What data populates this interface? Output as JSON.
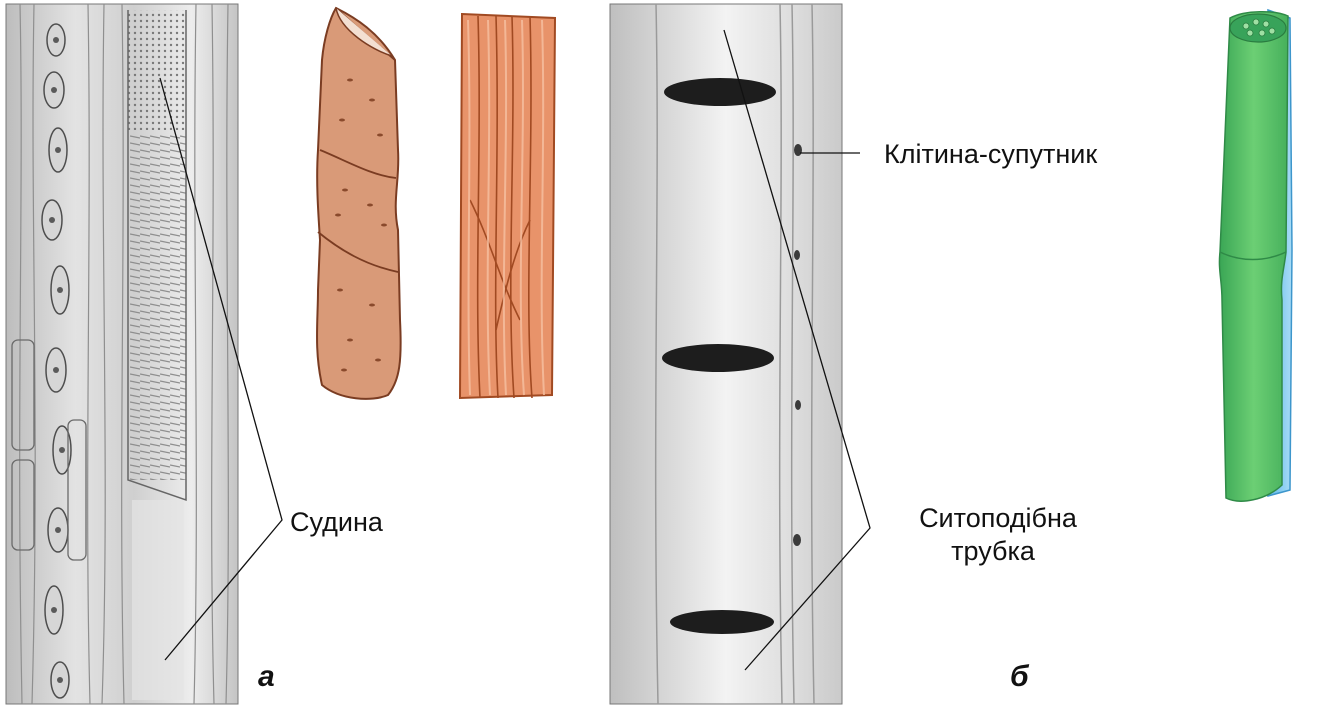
{
  "labels": {
    "vessel": "Судина",
    "companion_cell": "Клітина-супутник",
    "sieve_tube_line1": "Ситоподібна",
    "sieve_tube_line2": "трубка",
    "panel_a": "а",
    "panel_b": "б"
  },
  "colors": {
    "vessel_drawing_fill": "#d99a78",
    "vessel_drawing_stroke": "#7a3c22",
    "tracheid_fill": "#e8936a",
    "sieve_tube_fill": "#5cc26a",
    "companion_cell_fill": "#7ec9ef",
    "micrograph_gray": "#c9c9c9"
  }
}
